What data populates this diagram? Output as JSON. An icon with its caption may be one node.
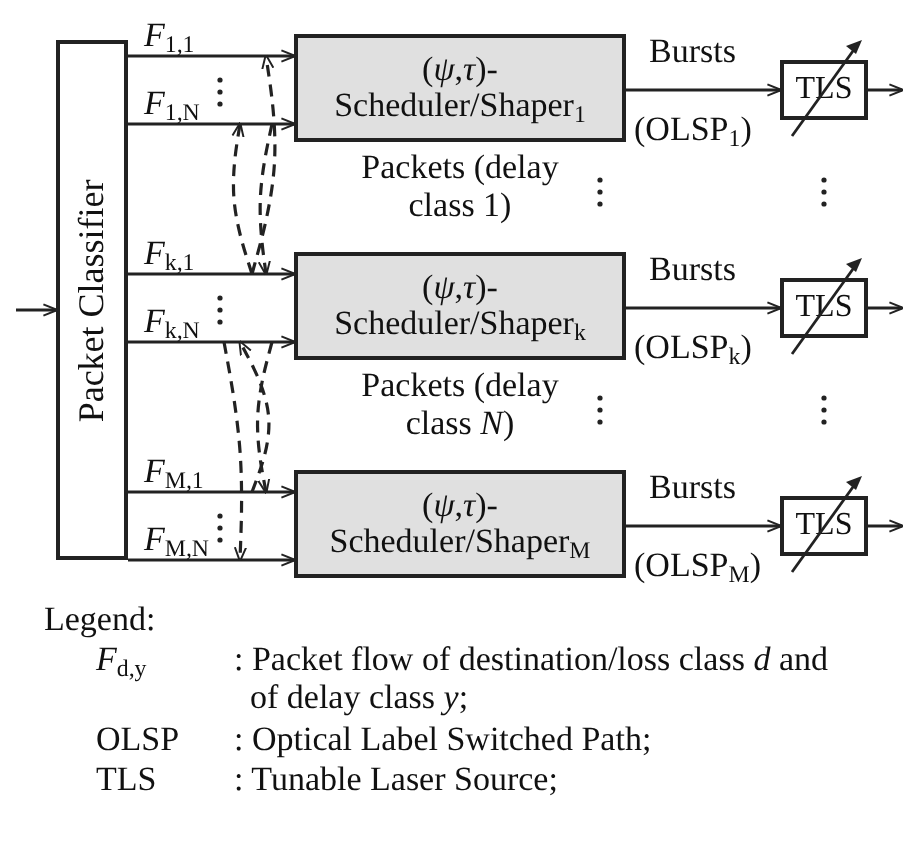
{
  "diagram": {
    "nodes": [
      {
        "text": [
          "Packet Classifier"
        ]
      },
      {
        "text": [
          "(*ψ*,*τ*)- Scheduler/Shaper$_{1}$"
        ]
      },
      {
        "text": [
          "(*ψ*,*τ*)- Scheduler/Shaper$_{k}$"
        ]
      },
      {
        "text": [
          "(*ψ*,*τ*)- Scheduler/Shaper$_{M}$"
        ]
      },
      {
        "text": [
          "TLS"
        ]
      },
      {
        "text": [
          "TLS"
        ]
      },
      {
        "text": [
          "TLS"
        ]
      }
    ],
    "edges": [
      {
        "from": 0,
        "to": 1,
        "arrow": "to",
        "label": "*F*$_{1,1}$"
      },
      {
        "from": 0,
        "to": 1,
        "arrow": "to",
        "label": "*F*$_{1,N}$"
      },
      {
        "from": 0,
        "to": 2,
        "arrow": "to",
        "label": "*F*$_{k,1}$"
      },
      {
        "from": 0,
        "to": 2,
        "arrow": "to",
        "label": "*F*$_{k,N}$"
      },
      {
        "from": 0,
        "to": 3,
        "arrow": "to",
        "label": "*F*$_{M,1}$"
      },
      {
        "from": 0,
        "to": 3,
        "arrow": "to",
        "label": "*F*$_{M,N}$"
      },
      {
        "from": 1,
        "to": 4,
        "arrow": "to",
        "label": "Bursts"
      },
      {
        "from": 2,
        "to": 5,
        "arrow": "to",
        "label": "Bursts"
      },
      {
        "from": 3,
        "to": 6,
        "arrow": "to",
        "label": "Bursts"
      },
      {
        "from": null,
        "to": 0,
        "arrow": "to"
      },
      {
        "from": 4,
        "to": null,
        "arrow": "to"
      },
      {
        "from": 5,
        "to": null,
        "arrow": "to"
      },
      {
        "from": 6,
        "to": null,
        "arrow": "to"
      },
      {
        "from": 2,
        "to": 1,
        "arrow": "to",
        "style": "dashed"
      },
      {
        "from": 2,
        "to": 1,
        "arrow": "to",
        "style": "dashed"
      },
      {
        "from": 1,
        "to": 2,
        "arrow": "to",
        "style": "dashed"
      },
      {
        "from": 3,
        "to": 2,
        "arrow": "to",
        "style": "dashed"
      },
      {
        "from": 2,
        "to": 3,
        "arrow": "to",
        "style": "dashed"
      },
      {
        "from": 2,
        "to": 3,
        "arrow": "to",
        "style": "dashed"
      }
    ],
    "labels": [
      "(OLSP$_{1}$)",
      "Packets (delay class 1)",
      "(OLSP$_{k}$)",
      "Packets (delay class *N*)",
      "(OLSP$_{M}$)",
      "Legend:",
      "*F*$_{d,y}$",
      ": Packet flow of destination/loss class *d* and of delay class *y*;",
      "OLSP",
      ": Optical Label Switched Path;",
      "TLS",
      ": Tunable Laser Source;"
    ]
  }
}
